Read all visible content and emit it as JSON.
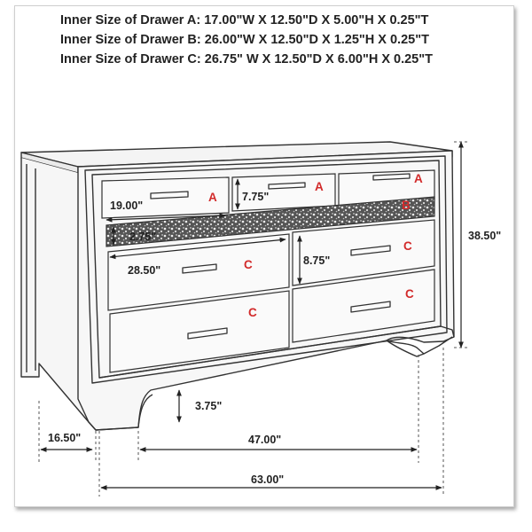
{
  "specs": [
    "Inner Size of Drawer A: 17.00\"W X 12.50\"D X 5.00\"H X 0.25\"T",
    "Inner Size of Drawer B: 26.00\"W X 12.50\"D X 1.25\"H X 0.25\"T",
    "Inner Size of Drawer C: 26.75\" W X 12.50\"D X 6.00\"H X 0.25\"T"
  ],
  "labels": {
    "A": "A",
    "B": "B",
    "C": "C"
  },
  "dimensions": {
    "drawer_a_width": "19.00\"",
    "drawer_a_height": "7.75\"",
    "drawer_b_height": "2.75\"",
    "drawer_c_width": "28.50\"",
    "drawer_c_height": "8.75\"",
    "overall_height": "38.50\"",
    "leg_height": "3.75\"",
    "depth": "16.50\"",
    "inner_leg_span": "47.00\"",
    "overall_width": "63.00\""
  },
  "colors": {
    "label_red": "#d22a2a",
    "line": "#333333"
  }
}
